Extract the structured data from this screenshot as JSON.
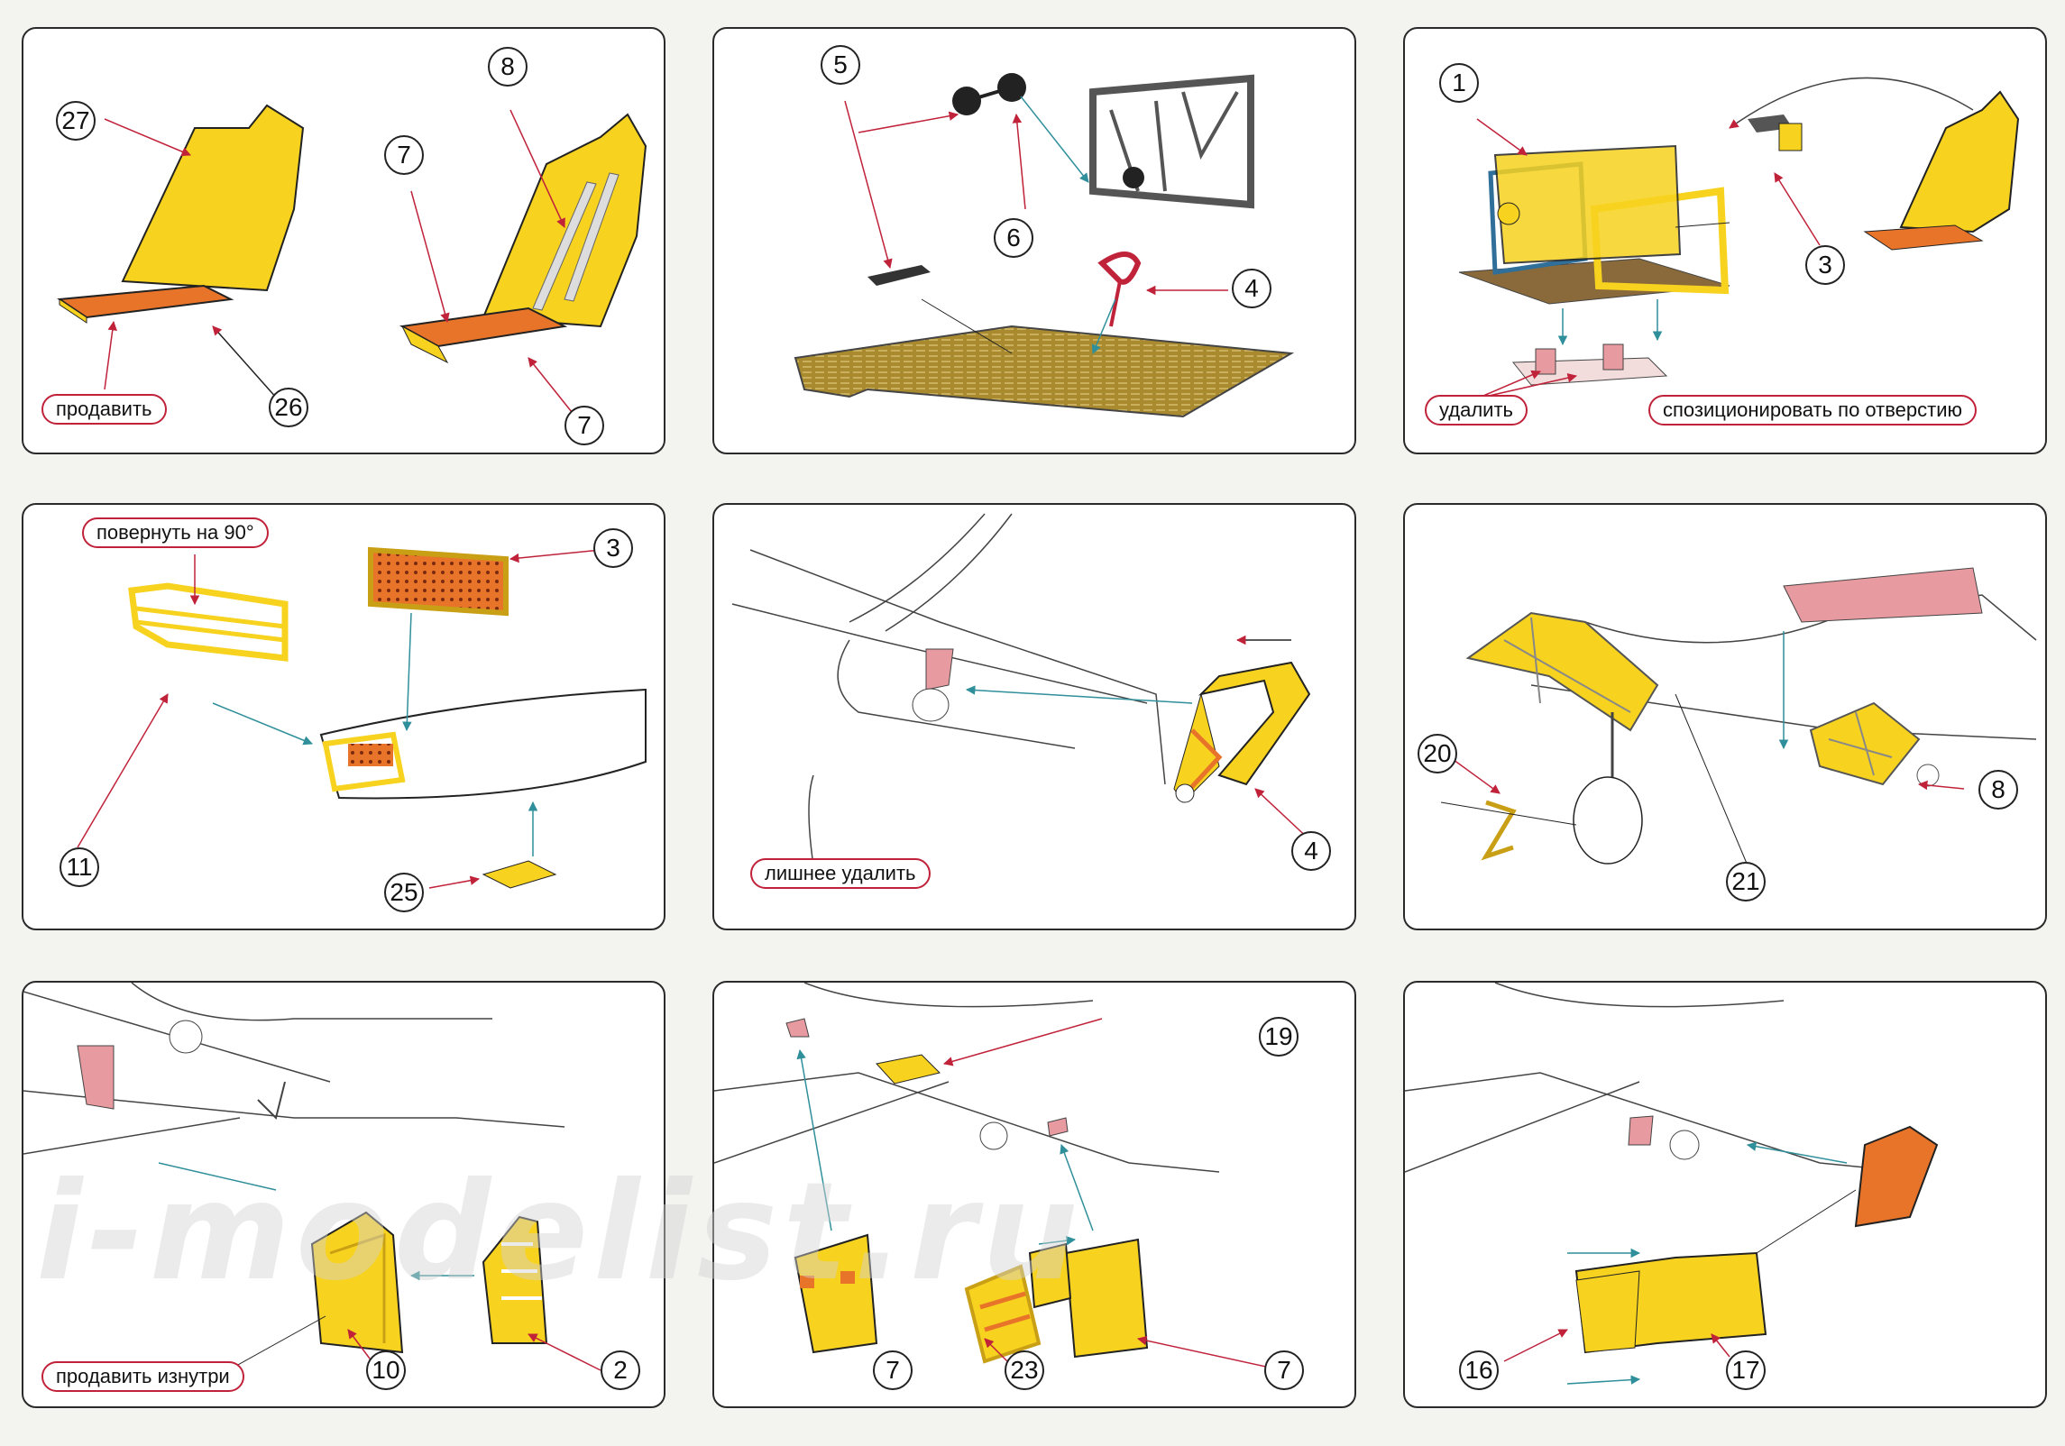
{
  "colors": {
    "yellow": "#f7d21e",
    "orange": "#e8742a",
    "pink": "#e79aa0",
    "red_arrow": "#c0223a",
    "teal_arrow": "#2f8f9a",
    "outline": "#222222"
  },
  "panels": [
    {
      "name": "step-seat-1",
      "labels": [
        "продавить"
      ],
      "callouts": [
        "27",
        "26",
        "8",
        "7",
        "7"
      ]
    },
    {
      "name": "step-floor",
      "labels": [],
      "callouts": [
        "5",
        "6",
        "4"
      ]
    },
    {
      "name": "step-cockpit",
      "labels": [
        "удалить",
        "спозиционировать по отверстию"
      ],
      "callouts": [
        "1",
        "3"
      ]
    },
    {
      "name": "step-bay-rack",
      "labels": [
        "повернуть на 90°"
      ],
      "callouts": [
        "3",
        "11",
        "25"
      ]
    },
    {
      "name": "step-wing-mount",
      "labels": [
        "лишнее удалить"
      ],
      "callouts": [
        "4"
      ]
    },
    {
      "name": "step-gear-doors",
      "labels": [],
      "callouts": [
        "20",
        "21",
        "8"
      ]
    },
    {
      "name": "step-underside-1",
      "labels": [
        "продавить изнутри"
      ],
      "callouts": [
        "10",
        "2"
      ]
    },
    {
      "name": "step-underside-2",
      "labels": [],
      "callouts": [
        "19",
        "7",
        "23",
        "7"
      ]
    },
    {
      "name": "step-underside-3",
      "labels": [],
      "callouts": [
        "16",
        "17"
      ]
    }
  ],
  "watermark": "i-modelist.ru"
}
